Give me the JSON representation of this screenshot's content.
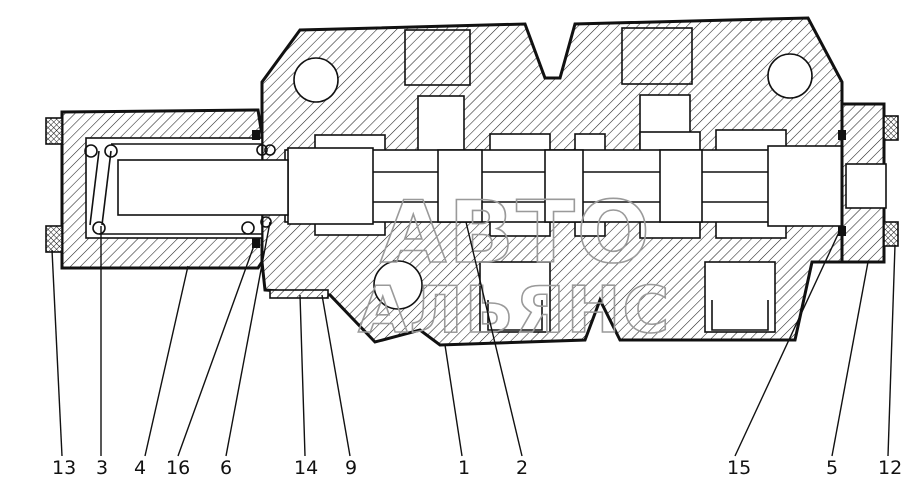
{
  "watermark": {
    "line1": "АВТО",
    "line2": "АЛЬЯНС"
  },
  "callouts": [
    {
      "id": "c13",
      "label": "13"
    },
    {
      "id": "c3",
      "label": "3"
    },
    {
      "id": "c4",
      "label": "4"
    },
    {
      "id": "c16",
      "label": "16"
    },
    {
      "id": "c6",
      "label": "6"
    },
    {
      "id": "c14",
      "label": "14"
    },
    {
      "id": "c9",
      "label": "9"
    },
    {
      "id": "c1",
      "label": "1"
    },
    {
      "id": "c2",
      "label": "2"
    },
    {
      "id": "c15",
      "label": "15"
    },
    {
      "id": "c5",
      "label": "5"
    },
    {
      "id": "c12",
      "label": "12"
    }
  ],
  "colors": {
    "ink": "#111111",
    "paper": "#ffffff",
    "watermark": "#9a9a9a"
  }
}
